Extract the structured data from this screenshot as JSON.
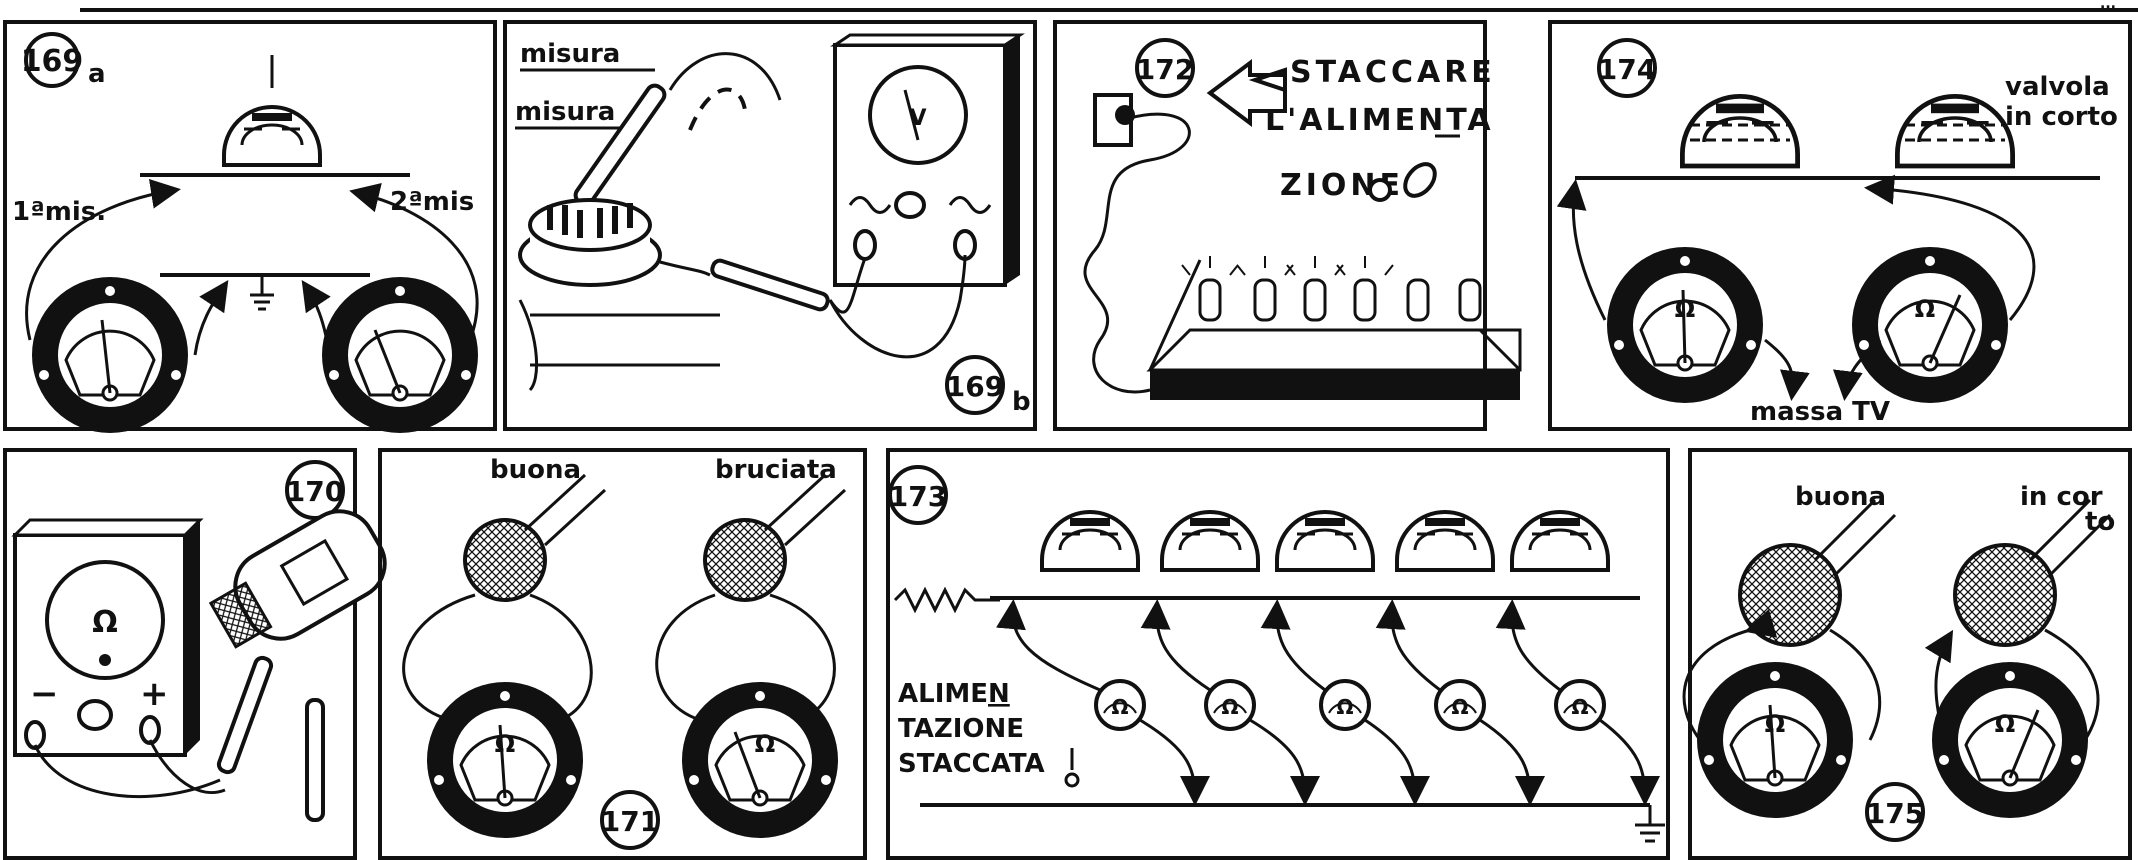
{
  "header": {
    "corner_mark": "..."
  },
  "panels": {
    "p169a": {
      "number": "169",
      "suffix": "a",
      "label_left": "1ªmis.",
      "label_right": "2ªmis"
    },
    "p169b": {
      "number": "169",
      "suffix": "b",
      "label_top": "misura",
      "label_bottom": "misura",
      "meter_letter": "V"
    },
    "p172": {
      "number": "172",
      "line1": "STACCARE",
      "line2": "L'ALIMENTA",
      "line3": "ZIONE"
    },
    "p174": {
      "number": "174",
      "label_valve": "valvola",
      "label_valve2": "in corto",
      "label_ground": "massa TV",
      "meter_letter": "Ω"
    },
    "p170": {
      "number": "170",
      "meter_letter": "Ω",
      "minus": "−",
      "plus": "+"
    },
    "p171": {
      "number": "171",
      "label_good": "buona",
      "label_burnt": "bruciata",
      "meter_letter": "Ω"
    },
    "p173": {
      "number": "173",
      "line1": "ALIMENTAZIONE",
      "line1a": "ALIME",
      "line1b": "N",
      "line2": "TAZIONE",
      "line3": "STACCATA",
      "meter_letter": "Ω"
    },
    "p175": {
      "number": "175",
      "label_good": "buona",
      "label_short1": "in cor",
      "label_short2": "to",
      "meter_letter": "Ω"
    }
  }
}
